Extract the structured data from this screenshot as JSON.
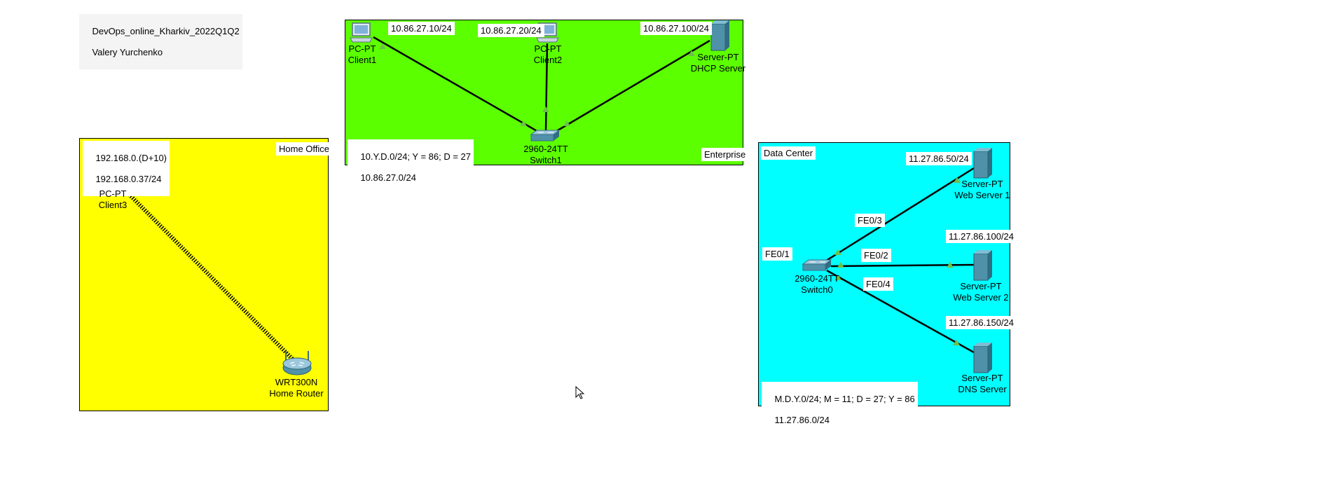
{
  "header_note": {
    "line1": "DevOps_online_Kharkiv_2022Q1Q2",
    "line2": "Valery Yurchenko"
  },
  "colors": {
    "home": "#ffff00",
    "enterprise": "#5cff00",
    "datacenter": "#00ffff",
    "link_light": "#6fbf4a"
  },
  "zones": {
    "home": {
      "title": "Home Office",
      "subnet_line1": "192.168.0.(D+10)",
      "subnet_line2": "192.168.0.37/24"
    },
    "enterprise": {
      "title": "Enterprise",
      "subnet_line1": "10.Y.D.0/24; Y = 86; D = 27",
      "subnet_line2": "10.86.27.0/24"
    },
    "datacenter": {
      "title": "Data Center",
      "subnet_line1": "M.D.Y.0/24; M = 11; D = 27; Y = 86",
      "subnet_line2": "11.27.86.0/24"
    }
  },
  "devices": {
    "client1": {
      "type": "PC-PT",
      "name": "Client1",
      "ip": "10.86.27.10/24",
      "icon": "pc-icon"
    },
    "client2": {
      "type": "PC-PT",
      "name": "Client2",
      "ip": "10.86.27.20/24",
      "icon": "pc-icon"
    },
    "dhcp": {
      "type": "Server-PT",
      "name": "DHCP Server",
      "ip": "10.86.27.100/24",
      "icon": "server-icon"
    },
    "switch1": {
      "type": "2960-24TT",
      "name": "Switch1",
      "icon": "switch-icon"
    },
    "client3": {
      "type": "PC-PT",
      "name": "Client3",
      "icon": "pc-icon"
    },
    "router": {
      "type": "WRT300N",
      "name": "Home Router",
      "icon": "wireless-router-icon"
    },
    "switch0": {
      "type": "2960-24TT",
      "name": "Switch0",
      "icon": "switch-icon"
    },
    "web1": {
      "type": "Server-PT",
      "name": "Web Server 1",
      "ip": "11.27.86.50/24",
      "icon": "server-icon"
    },
    "web2": {
      "type": "Server-PT",
      "name": "Web Server 2",
      "ip": "11.27.86.100/24",
      "icon": "server-icon"
    },
    "dns": {
      "type": "Server-PT",
      "name": "DNS Server",
      "ip": "11.27.86.150/24",
      "icon": "server-icon"
    }
  },
  "ports": {
    "fe01": "FE0/1",
    "fe02": "FE0/2",
    "fe03": "FE0/3",
    "fe04": "FE0/4"
  }
}
